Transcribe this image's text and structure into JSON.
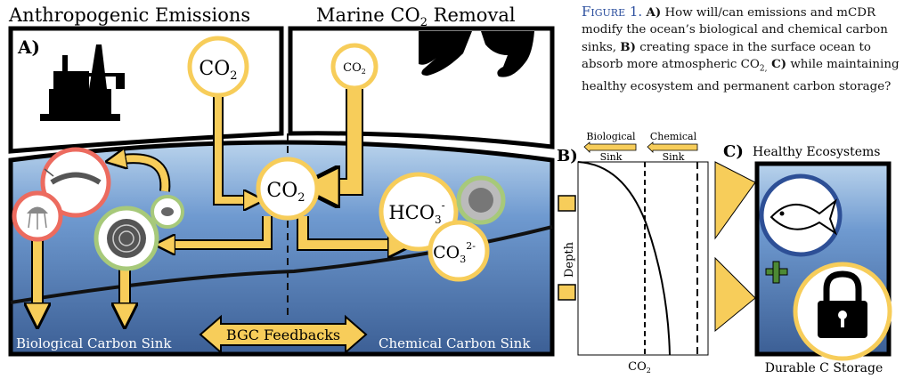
{
  "panelA": {
    "label": "A)",
    "title_left": "Anthropogenic Emissions",
    "title_right": "Marine CO",
    "title_right_sub": "2",
    "title_right_end": " Removal",
    "co2_top": "CO",
    "co2_top_sub": "2",
    "co2_small": "CO",
    "co2_small_sub": "2",
    "co2_mid": "CO",
    "co2_mid_sub": "2",
    "hco3": "HCO",
    "hco3_sub": "3",
    "hco3_sup": "-",
    "co3": "CO",
    "co3_sub": "3",
    "co3_sup": "2-",
    "bio_sink": "Biological Carbon Sink",
    "chem_sink": "Chemical Carbon Sink",
    "feedbacks": "BGC Feedbacks"
  },
  "panelB": {
    "label": "B)",
    "arrow_bio": "Biological",
    "arrow_bio_2": "Sink",
    "arrow_chem": "Chemical",
    "arrow_chem_2": "Sink",
    "ylabel": "Depth",
    "xlabel": "CO",
    "xlabel_sub": "2"
  },
  "panelC": {
    "label": "C)",
    "title": "Healthy Ecosystems",
    "bottom": "Durable C Storage"
  },
  "caption": {
    "figure": "Figure 1.",
    "a": "A)",
    "a_text": " How will/can emissions and mCDR modify the ocean’s biological and chemical carbon sinks, ",
    "b": "B)",
    "b_text": " creating space in the surface ocean to absorb more atmospheric CO",
    "b_sub": "2,",
    "c": " C)",
    "c_text": " while maintaining healthy ecosystem and permanent carbon storage?"
  },
  "colors": {
    "arrow": "#f7cd5a",
    "ocean": "#5d86b8",
    "bio_ring_red": "#ec6b5f",
    "bio_ring_green": "#a7c97a",
    "co2_ring": "#f7cd5a",
    "fish_ring": "#2d4f96",
    "plus": "#4d8a34",
    "caption_accent": "#2c4f9e"
  }
}
